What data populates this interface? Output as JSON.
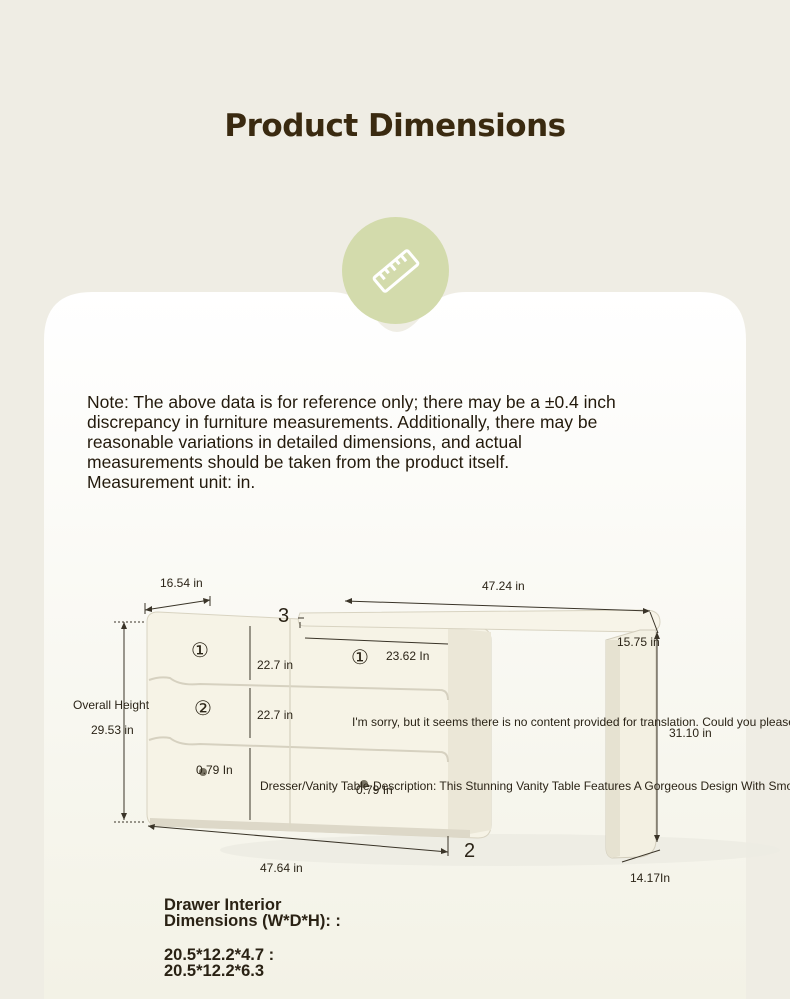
{
  "header": {
    "title": "Product Dimensions"
  },
  "icons": {
    "ruler": "ruler-icon"
  },
  "note": {
    "text": "Note: The above data is for reference only; there may be a ±0.4 inch discrepancy in furniture measurements. Additionally, there may be reasonable variations in detailed dimensions, and actual measurements should be taken from the product itself. Measurement unit: in."
  },
  "dimensions": {
    "depth_top": "16.54 in",
    "width_top": "47.24 in",
    "marker_3": "3",
    "desk_depth": "15.75 in",
    "drawer_width": "23.62 In",
    "drawer_height_1": "22.7 in",
    "drawer_height_2": "22.7 in",
    "overall_height_label": "Overall Height",
    "overall_height": "29.53 in",
    "desk_height": "31.10 in",
    "gap_1": "0.79 In",
    "gap_2": "0.79 In",
    "bottom_width": "47.64 in",
    "marker_2": "2",
    "leg_depth": "14.17In",
    "circle_1": "①",
    "circle_1b": "①",
    "circle_2": "②"
  },
  "overflow": {
    "line1": "I'm sorry, but it seems there is no content provided for translation. Could you please",
    "line2": "Dresser/Vanity Table Description: This Stunning Vanity Table Features A Gorgeous Design With Smo"
  },
  "drawer_interior": {
    "label": "Drawer Interior Dimensions (W*D*H): :",
    "values": "20.5*12.2*4.7 : 20.5*12.2*6.3"
  },
  "colors": {
    "background": "#efede4",
    "card": "#ffffff",
    "accent": "#d3dbac",
    "title": "#3a2a10"
  }
}
